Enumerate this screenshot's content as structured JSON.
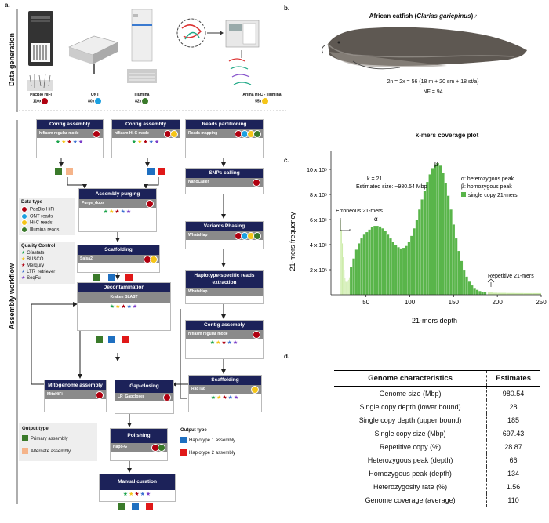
{
  "panels": {
    "a": "a.",
    "b": "b.",
    "c": "c.",
    "d": "d."
  },
  "side_labels": {
    "data_generation": "Data generation",
    "assembly_workflow": "Assembly workflow"
  },
  "instruments": [
    {
      "name": "PacBio HiFi",
      "cov": "110x",
      "color": "#b00010"
    },
    {
      "name": "ONT",
      "cov": "80x",
      "color": "#1ca0e0"
    },
    {
      "name": "Illumina",
      "cov": "82x",
      "color": "#3a7a2a"
    },
    {
      "name": "Arima Hi-C - Illumina",
      "cov": "55x",
      "color": "#f5c518"
    }
  ],
  "boxes": {
    "contig1": {
      "title": "Contig assembly",
      "sub": "hifiasm regular mode"
    },
    "contig2": {
      "title": "Contig assembly",
      "sub": "hifiasm Hi-C mode"
    },
    "reads_part": {
      "title": "Reads partitioning",
      "sub": "Reads mapping"
    },
    "purging": {
      "title": "Assembly purging",
      "sub": "Purge_dups"
    },
    "snps": {
      "title": "SNPs calling",
      "sub": "NanoCaller"
    },
    "phasing": {
      "title": "Variants Phasing",
      "sub": "WhatsHap"
    },
    "hap_reads": {
      "title": "Haplotype-specific reads extraction",
      "sub": "WhatsHap"
    },
    "scaffolding": {
      "title": "Scaffolding",
      "sub": "Salsa2"
    },
    "decontam": {
      "title": "Decontamination",
      "sub": "Kraken BLAST"
    },
    "contig3": {
      "title": "Contig assembly",
      "sub": "hifiasm regular mode"
    },
    "scaffolding2": {
      "title": "Scaffolding",
      "sub": "RagTag"
    },
    "mito": {
      "title": "Mitogenome assembly",
      "sub": "MitoHiFi"
    },
    "gap": {
      "title": "Gap-closing",
      "sub": "LR_Gapcloser"
    },
    "polish": {
      "title": "Polishing",
      "sub": "Hapo-G"
    },
    "curation": {
      "title": "Manual curation",
      "sub": ""
    }
  },
  "legend_data": {
    "title": "Data type",
    "items": [
      {
        "label": "PacBio HiFi",
        "color": "#b00010"
      },
      {
        "label": "ONT reads",
        "color": "#1ca0e0"
      },
      {
        "label": "Hi-C reads",
        "color": "#f5c518"
      },
      {
        "label": "Illumina reads",
        "color": "#3a7a2a"
      }
    ]
  },
  "legend_qc": {
    "title": "Quality Control",
    "items": [
      {
        "label": "Gfastats",
        "color": "#1aa34a"
      },
      {
        "label": "BUSCO",
        "color": "#f5c518"
      },
      {
        "label": "Merqury",
        "color": "#b00010"
      },
      {
        "label": "LTR_retriever",
        "color": "#3b6fd1"
      },
      {
        "label": "SeqFu",
        "color": "#7a3cc8"
      }
    ]
  },
  "legend_out1": {
    "title": "Output type",
    "items": [
      {
        "label": "Primary assembly",
        "color": "#3a7a2a"
      },
      {
        "label": "Alternate assembly",
        "color": "#f5b48a"
      }
    ]
  },
  "legend_out2": {
    "title": "Output type",
    "items": [
      {
        "label": "Haplotype 1 assembly",
        "color": "#1e6fc0"
      },
      {
        "label": "Haplotype 2 assembly",
        "color": "#e01818"
      }
    ]
  },
  "species": {
    "title": "African catfish (",
    "latin": "Clarias gariepinus",
    "title_end": ")♂",
    "karyotype": "2n = 2x = 56 (18 m + 20 sm + 18 st/a)",
    "nf": "NF = 94"
  },
  "chart_data": {
    "type": "bar",
    "title": "k-mers coverage plot",
    "xlabel": "21-mers depth",
    "ylabel": "21-mers frequency",
    "xlim": [
      10,
      250
    ],
    "ylim": [
      0,
      11500000
    ],
    "xticks": [
      "50",
      "100",
      "150",
      "200",
      "250"
    ],
    "yticks": [
      "2 x 10⁶",
      "4 x 10⁶",
      "6 x 10⁶",
      "8 x 10⁶",
      "10 x 10⁶"
    ],
    "k_label": "k = 21",
    "size_label": "Estimated size: ~980.54 Mbp",
    "legend": [
      "α: heterozygous  peak",
      "β: homozygous  peak",
      "single copy 21-mers"
    ],
    "annotations": {
      "erroneous": "Erroneous 21-mers",
      "repetitive": "Repetitive 21-mers",
      "alpha": "α",
      "beta": "β"
    },
    "colors": {
      "error": "#ccecaa",
      "single": "#59b54a",
      "repeat": "#ccecaa"
    },
    "error_region": {
      "x": [
        21,
        22,
        23,
        24,
        25,
        26,
        27,
        28,
        29,
        30,
        31,
        32
      ],
      "y": [
        6000000,
        5200000,
        4100000,
        3000000,
        2000000,
        1350000,
        1050000,
        1000000,
        1050000,
        1200000,
        1400000,
        1650000
      ]
    },
    "single_region": {
      "x": [
        33,
        36,
        39,
        42,
        45,
        48,
        51,
        54,
        57,
        60,
        63,
        66,
        69,
        72,
        75,
        78,
        81,
        84,
        87,
        90,
        93,
        96,
        99,
        102,
        105,
        108,
        111,
        114,
        117,
        120,
        123,
        126,
        129,
        132,
        135,
        138,
        141,
        144,
        147,
        150,
        153,
        156,
        159,
        162,
        165,
        168,
        171,
        174,
        177,
        180,
        183,
        186
      ],
      "y": [
        2200000,
        2900000,
        3600000,
        4100000,
        4500000,
        4800000,
        5000000,
        5200000,
        5400000,
        5500000,
        5500000,
        5450000,
        5300000,
        5100000,
        4800000,
        4500000,
        4200000,
        4000000,
        3800000,
        3700000,
        3750000,
        3900000,
        4200000,
        4700000,
        5300000,
        6000000,
        6800000,
        7600000,
        8300000,
        9000000,
        9600000,
        10100000,
        10400000,
        10500000,
        10300000,
        9700000,
        8900000,
        7900000,
        6800000,
        5600000,
        4500000,
        3500000,
        2700000,
        2000000,
        1450000,
        1050000,
        750000,
        550000,
        400000,
        300000,
        240000,
        200000
      ]
    },
    "repeat_region": {
      "x": [
        189,
        195,
        200,
        210,
        220,
        230,
        240,
        250
      ],
      "y": [
        180000,
        160000,
        150000,
        140000,
        135000,
        130000,
        130000,
        130000
      ]
    }
  },
  "table": {
    "headers": [
      "Genome characteristics",
      "Estimates"
    ],
    "rows": [
      [
        "Genome size (Mbp)",
        "980.54"
      ],
      [
        "Single copy depth (lower bound)",
        "28"
      ],
      [
        "Single copy depth (upper bound)",
        "185"
      ],
      [
        "Single copy size (Mbp)",
        "697.43"
      ],
      [
        "Repetitive copy (%)",
        "28.87"
      ],
      [
        "Heterozygous peak (depth)",
        "66"
      ],
      [
        "Homozygous peak (depth)",
        "134"
      ],
      [
        "Heterozygosity rate (%)",
        "1.56"
      ],
      [
        "Genome coverage (average)",
        "110"
      ]
    ]
  }
}
